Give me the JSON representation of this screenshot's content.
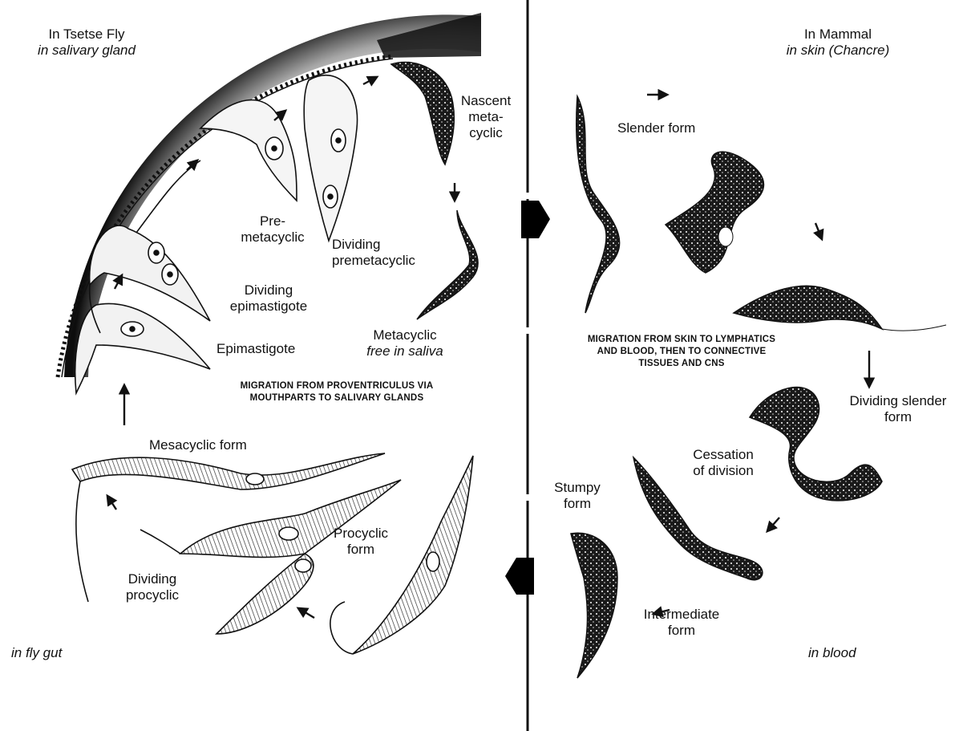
{
  "fly": {
    "title": "In Tsetse Fly",
    "subtitle": "in salivary gland",
    "gut": "in fly gut"
  },
  "mammal": {
    "title": "In Mammal",
    "subtitle": "in skin (Chancre)",
    "blood": "in blood"
  },
  "labels": {
    "nascent": [
      "Nascent",
      "meta-",
      "cyclic"
    ],
    "premeta": [
      "Pre-",
      "metacyclic"
    ],
    "dividing_premeta": [
      "Dividing",
      "premetacyclic"
    ],
    "dividing_epi": [
      "Dividing",
      "epimastigote"
    ],
    "epimastigote": "Epimastigote",
    "metacyclic": [
      "Metacyclic",
      "free in saliva"
    ],
    "mesocyclic": "Mesacyclic form",
    "procyclic": [
      "Procyclic",
      "form"
    ],
    "dividing_procyclic": [
      "Dividing",
      "procyclic"
    ],
    "slender": "Slender form",
    "dividing_slender": [
      "Dividing slender",
      "form"
    ],
    "cessation": [
      "Cessation",
      "of division"
    ],
    "stumpy": [
      "Stumpy",
      "form"
    ],
    "intermediate": [
      "Intermediate",
      "form"
    ]
  },
  "migrations": {
    "proventriculus": [
      "MIGRATION FROM PROVENTRICULUS VIA",
      "MOUTHPARTS TO SALIVARY GLANDS"
    ],
    "skin": [
      "MIGRATION FROM SKIN TO LYMPHATICS",
      "AND BLOOD, THEN TO CONNECTIVE",
      "TISSUES AND CNS"
    ]
  }
}
